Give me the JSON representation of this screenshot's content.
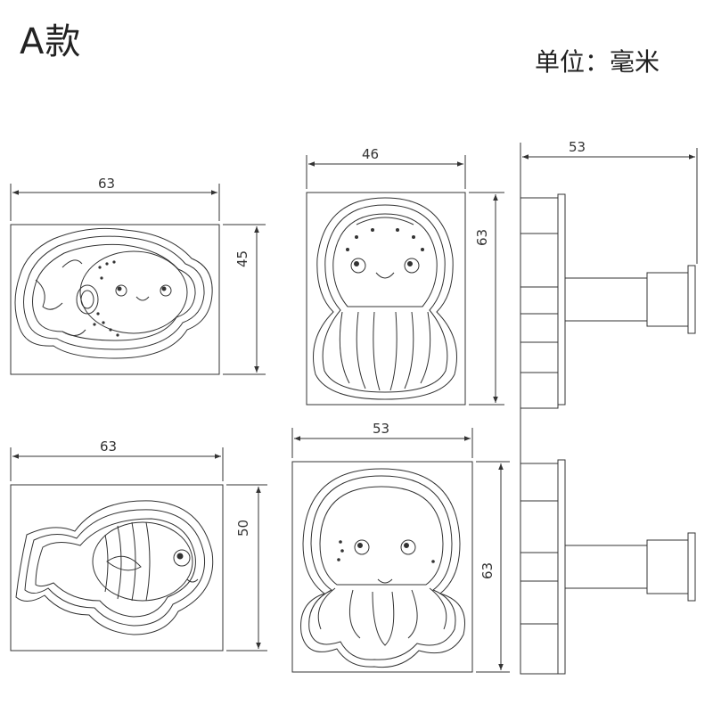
{
  "header": {
    "title": "A款",
    "unit": "单位：毫米"
  },
  "dimensions": {
    "pufferfish": {
      "width": "63",
      "height": "45"
    },
    "jellyfish": {
      "width": "46",
      "height": "63"
    },
    "tropical_fish": {
      "width": "63",
      "height": "50"
    },
    "octopus": {
      "width": "53",
      "height": "63"
    },
    "side_view": {
      "width": "53"
    }
  },
  "colors": {
    "line": "#333333",
    "background": "#ffffff"
  }
}
